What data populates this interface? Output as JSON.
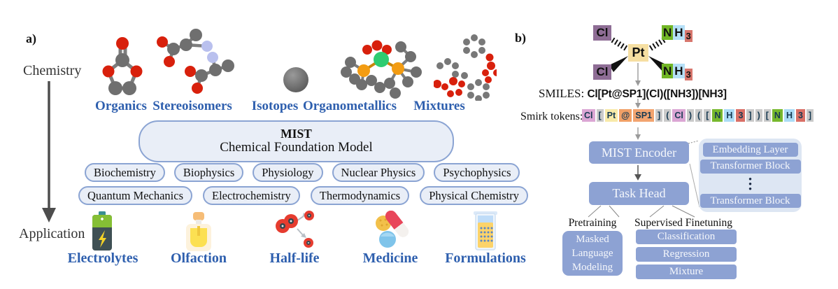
{
  "panel_a": {
    "label": "a)",
    "axis_top": "Chemistry",
    "axis_bottom": "Application",
    "categories": [
      "Organics",
      "Stereoisomers",
      "Isotopes",
      "Organometallics",
      "Mixtures"
    ],
    "model_box": {
      "title": "MIST",
      "subtitle": "Chemical Foundation Model"
    },
    "disciplines_row1": [
      "Biochemistry",
      "Biophysics",
      "Physiology",
      "Nuclear Physics",
      "Psychophysics"
    ],
    "disciplines_row2": [
      "Quantum Mechanics",
      "Electrochemistry",
      "Thermodynamics",
      "Physical Chemistry"
    ],
    "applications": [
      "Electrolytes",
      "Olfaction",
      "Half-life",
      "Medicine",
      "Formulations"
    ]
  },
  "panel_b": {
    "label": "b)",
    "structure": {
      "cl": "Cl",
      "pt": "Pt",
      "n": "N",
      "h": "H",
      "sub3": "3"
    },
    "smiles_label": "SMILES:",
    "smiles": "Cl[Pt@SP1](Cl)([NH3])[NH3]",
    "tokens_label": "Smirk tokens:",
    "tokens": [
      {
        "t": "Cl",
        "bg": "#dba6d4"
      },
      {
        "t": "[",
        "bg": "#cacaca"
      },
      {
        "t": "Pt",
        "bg": "#f8eaa9"
      },
      {
        "t": "@",
        "bg": "#f1a066"
      },
      {
        "t": "SP1",
        "bg": "#f2a470"
      },
      {
        "t": "]",
        "bg": "#cacaca"
      },
      {
        "t": "(",
        "bg": "#cacaca"
      },
      {
        "t": "Cl",
        "bg": "#dba6d4"
      },
      {
        "t": ")",
        "bg": "#cacaca"
      },
      {
        "t": "(",
        "bg": "#cacaca"
      },
      {
        "t": "[",
        "bg": "#cacaca"
      },
      {
        "t": "N",
        "bg": "#77b82d"
      },
      {
        "t": "H",
        "bg": "#abdcf6"
      },
      {
        "t": "3",
        "bg": "#d96f66"
      },
      {
        "t": "]",
        "bg": "#cacaca"
      },
      {
        "t": ")",
        "bg": "#cacaca"
      },
      {
        "t": "[",
        "bg": "#cacaca"
      },
      {
        "t": "N",
        "bg": "#77b82d"
      },
      {
        "t": "H",
        "bg": "#abdcf6"
      },
      {
        "t": "3",
        "bg": "#d96f66"
      },
      {
        "t": "]",
        "bg": "#cacaca"
      }
    ],
    "encoder": "MIST Encoder",
    "task_head": "Task Head",
    "encoder_detail": [
      "Embedding Layer",
      "Transformer Block",
      "⋮",
      "Transformer Block"
    ],
    "branches": [
      {
        "label": "Pretraining",
        "items": [
          "Masked Language Modeling"
        ]
      },
      {
        "label": "Supervised Finetuning",
        "items": [
          "Classification",
          "Regression",
          "Mixture"
        ]
      }
    ]
  },
  "colors": {
    "box_blue": "#8da2d3",
    "panel_blue": "#dde6f3",
    "pill_fill": "#e9eef7",
    "pill_border": "#8ba4d3",
    "label_blue": "#2e5fae",
    "token_gray": "#cacaca",
    "cl_bg": "#8e6d95",
    "pt_bg": "#f6dfa2",
    "n_bg": "#72b626",
    "h_bg": "#b5e0f8",
    "sub3_bg": "#d7766d"
  }
}
